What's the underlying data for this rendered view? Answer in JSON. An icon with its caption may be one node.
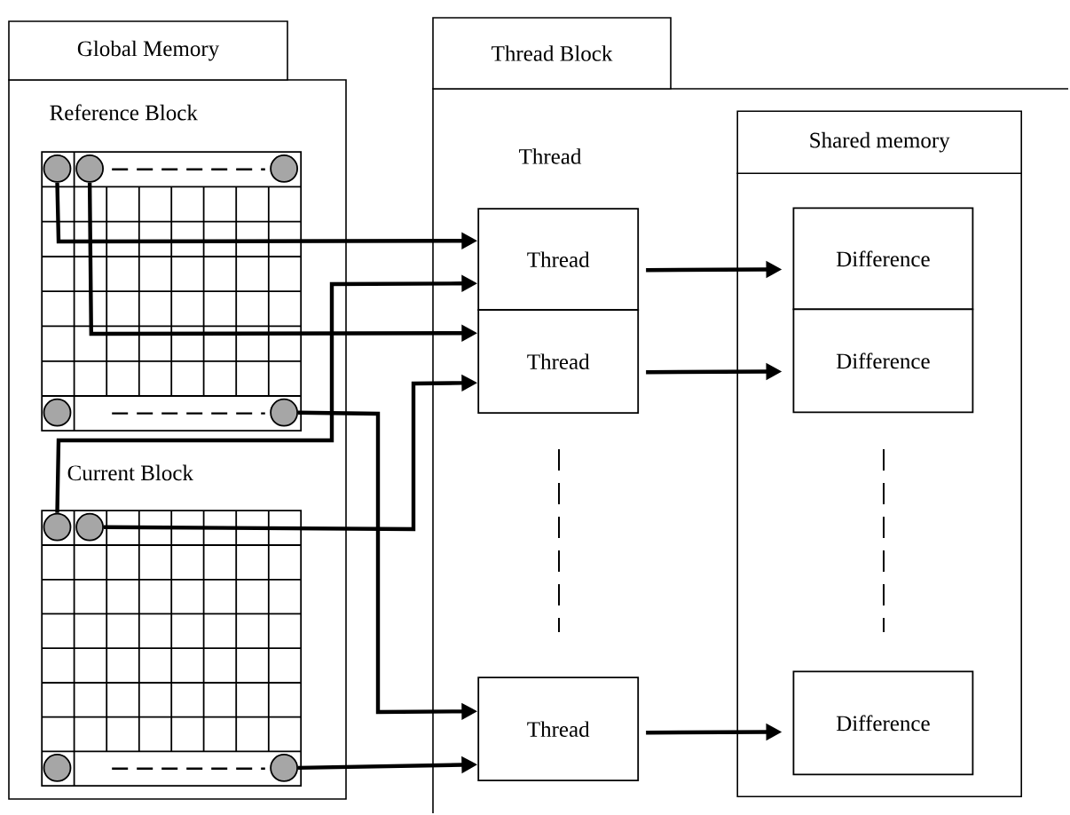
{
  "diagram": {
    "nodes": [
      {
        "text": [
          "Global Memory"
        ]
      },
      {
        "text": [
          "Reference Block"
        ],
        "in": 0
      },
      {
        "text": [],
        "shape": "circle",
        "in": 1
      },
      {
        "text": [],
        "shape": "circle",
        "in": 1
      },
      {
        "text": [],
        "shape": "circle",
        "in": 1
      },
      {
        "text": [],
        "shape": "circle",
        "in": 1
      },
      {
        "text": [],
        "shape": "circle",
        "in": 1
      },
      {
        "text": [
          "Current Block"
        ],
        "in": 0
      },
      {
        "text": [],
        "shape": "circle",
        "in": 7
      },
      {
        "text": [],
        "shape": "circle",
        "in": 7
      },
      {
        "text": [],
        "shape": "circle",
        "in": 7
      },
      {
        "text": [],
        "shape": "circle",
        "in": 7
      },
      {
        "text": [
          "Thread Block"
        ]
      },
      {
        "text": [
          "Thread"
        ],
        "in": 12
      },
      {
        "text": [
          "Thread"
        ],
        "in": 12
      },
      {
        "text": [
          "Thread"
        ],
        "in": 12
      },
      {
        "text": [
          "Shared memory"
        ],
        "in": 12
      },
      {
        "text": [
          "Difference"
        ],
        "in": 16
      },
      {
        "text": [
          "Difference"
        ],
        "in": 16
      },
      {
        "text": [
          "Difference"
        ],
        "in": 16
      }
    ],
    "edges": [
      {
        "from": 2,
        "to": 13,
        "arrow": "to"
      },
      {
        "from": 8,
        "to": 13,
        "arrow": "to"
      },
      {
        "from": 3,
        "to": 14,
        "arrow": "to"
      },
      {
        "from": 9,
        "to": 14,
        "arrow": "to"
      },
      {
        "from": 6,
        "to": 15,
        "arrow": "to"
      },
      {
        "from": 11,
        "to": 15,
        "arrow": "to"
      },
      {
        "from": 13,
        "to": 17,
        "arrow": "to"
      },
      {
        "from": 14,
        "to": 18,
        "arrow": "to"
      },
      {
        "from": 15,
        "to": 19,
        "arrow": "to"
      }
    ],
    "labels": [
      "Thread"
    ]
  }
}
